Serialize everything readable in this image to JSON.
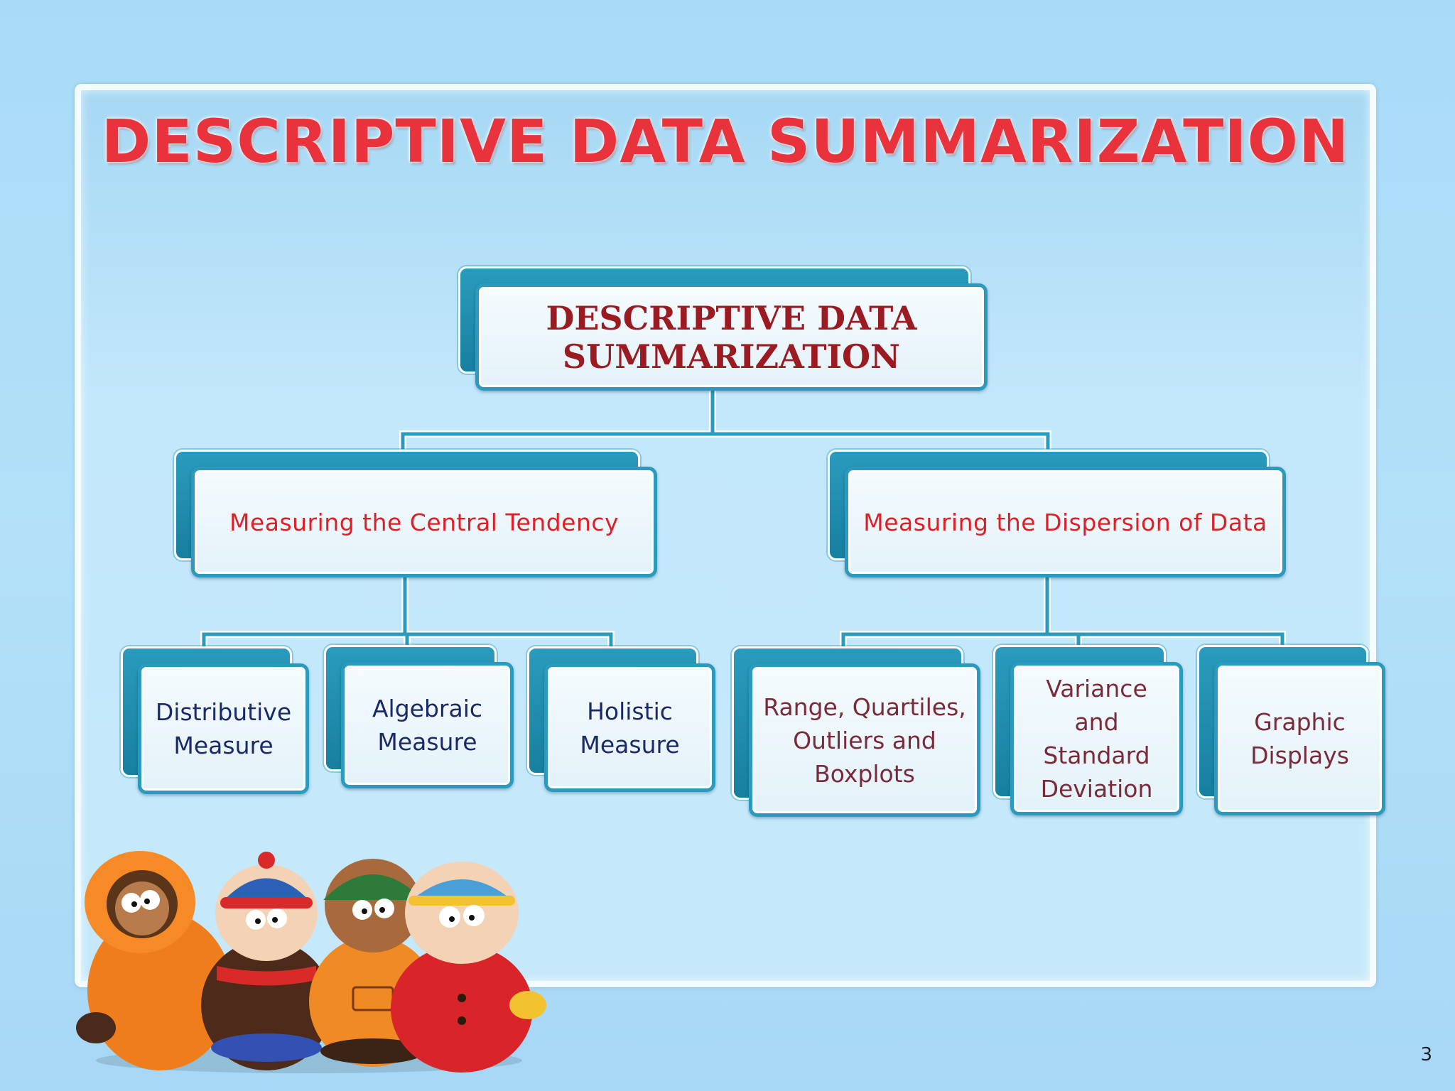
{
  "slide": {
    "title": "DESCRIPTIVE DATA SUMMARIZATION",
    "page_number": "3"
  },
  "diagram": {
    "root": {
      "line1": "DESCRIPTIVE DATA",
      "line2": "SUMMARIZATION"
    },
    "branches": [
      {
        "label": "Measuring the Central Tendency",
        "children": [
          {
            "lines": [
              "Distributive",
              "Measure"
            ]
          },
          {
            "lines": [
              "Algebraic",
              "Measure"
            ]
          },
          {
            "lines": [
              "Holistic",
              "Measure"
            ]
          }
        ]
      },
      {
        "label": "Measuring the Dispersion of Data",
        "children": [
          {
            "lines": [
              "Range, Quartiles,",
              "Outliers and",
              "Boxplots"
            ]
          },
          {
            "lines": [
              "Variance",
              "and",
              "Standard",
              "Deviation"
            ]
          },
          {
            "lines": [
              "Graphic",
              "Displays"
            ]
          }
        ]
      }
    ]
  },
  "colors": {
    "title": "#e8323c",
    "node_border": "#2a9bbd",
    "root_text": "#9b1b22",
    "branch_text": "#e01e26",
    "leaf_text_blue": "#1b2a66",
    "leaf_text_red": "#7a2b3a"
  },
  "decoration": {
    "image": "plush-characters"
  }
}
